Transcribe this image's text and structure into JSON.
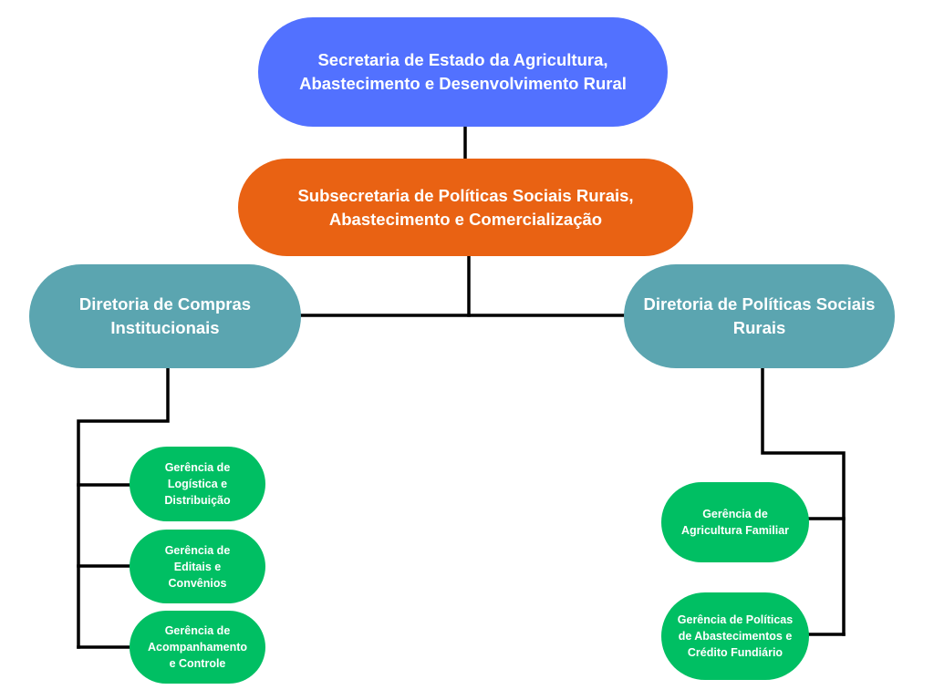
{
  "colors": {
    "root": "#5271ff",
    "subsecretaria": "#e96213",
    "diretoria": "#5ba5b0",
    "gerencia": "#00bf63",
    "connector": "#000000",
    "text": "#ffffff"
  },
  "nodes": {
    "root": {
      "line1": "Secretaria de Estado da Agricultura,",
      "line2": "Abastecimento e Desenvolvimento Rural"
    },
    "subsecretaria": {
      "line1": "Subsecretaria de Políticas Sociais Rurais,",
      "line2": "Abastecimento e Comercialização"
    },
    "diretoria_compras": {
      "line1": "Diretoria de Compras",
      "line2": "Institucionais"
    },
    "diretoria_politicas": {
      "line1": "Diretoria de Políticas Sociais",
      "line2": "Rurais"
    },
    "gerencia_logistica": {
      "line1": "Gerência de",
      "line2": "Logística e",
      "line3": "Distribuição"
    },
    "gerencia_editais": {
      "line1": "Gerência de",
      "line2": "Editais e",
      "line3": "Convênios"
    },
    "gerencia_acompanhamento": {
      "line1": "Gerência de",
      "line2": "Acompanhamento",
      "line3": "e Controle"
    },
    "gerencia_agricultura": {
      "line1": "Gerência de",
      "line2": "Agricultura Familiar"
    },
    "gerencia_abastecimentos": {
      "line1": "Gerência de Políticas",
      "line2": "de Abastecimentos e",
      "line3": "Crédito Fundiário"
    }
  }
}
